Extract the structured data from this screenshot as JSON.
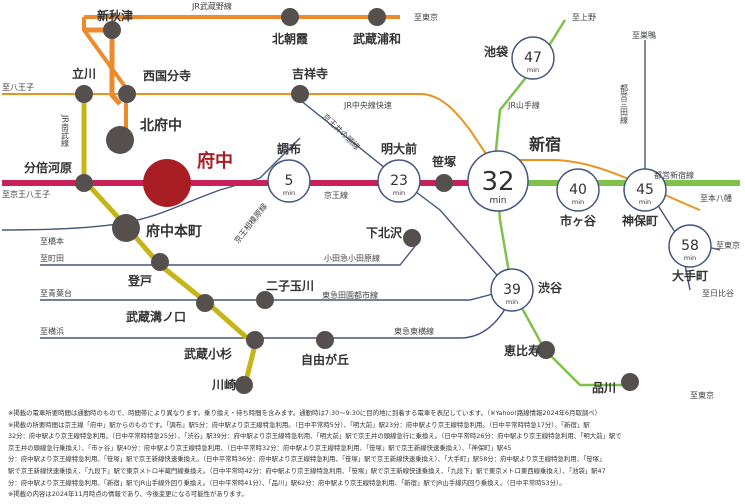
{
  "colors": {
    "keio": "#c8205a",
    "chuo": "#e9941f",
    "yamanote": "#7fc14a",
    "nambu": "#c7b417",
    "gray": "#44567e",
    "fuchu": "#a91d24",
    "station": "#55504e"
  },
  "stations": {
    "shinakitsu": "新秋津",
    "kitaasaka": "北朝霞",
    "musashiurawa": "武蔵浦和",
    "nishikokubunji": "西国分寺",
    "tachikawa": "立川",
    "kichijoji": "吉祥寺",
    "kitafuchu": "北府中",
    "bubaigawara": "分倍河原",
    "fuchu": "府中",
    "chofu": "調布",
    "meidaimae": "明大前",
    "sasazuka": "笹塚",
    "shinjuku": "新宿",
    "ikebukuro": "池袋",
    "ichigaya": "市ヶ谷",
    "jimbocho": "神保町",
    "otemachi": "大手町",
    "fuchuhommachi": "府中本町",
    "shimokitazawa": "下北沢",
    "shibuya": "渋谷",
    "noborito": "登戸",
    "futakotamagawa": "二子玉川",
    "musashimizonokuchi": "武蔵溝ノ口",
    "musashikosugi": "武蔵小杉",
    "jiyugaoka": "自由が丘",
    "kawasaki": "川崎",
    "ebisu": "恵比寿",
    "shinagawa": "品川"
  },
  "times": {
    "chofu": "5",
    "meidaimae": "23",
    "shinjuku": "32",
    "ikebukuro": "47",
    "ichigaya": "40",
    "jimbocho": "45",
    "otemachi": "58",
    "shibuya": "39",
    "unit": "min"
  },
  "lines": {
    "musashino": "JR武蔵野線",
    "nambu": "JR南武線",
    "chuo": "JR中央線快速",
    "yamanote": "JR山手線",
    "inokashira": "京王井の頭線",
    "keio": "京王線",
    "sagamihara": "京王相模原線",
    "odakyu": "小田急小田原線",
    "toyoko": "東急東横線",
    "denentoshi": "東急田園都市線",
    "mita": "都営三田線",
    "shinjuku": "都営新宿線"
  },
  "destinations": {
    "tokyo_top": "至東京",
    "hachioji_chuo": "至八王子",
    "keio_hachioji": "至京王八王子",
    "hashimoto": "至橋本",
    "machida": "至町田",
    "aobadai": "至青葉台",
    "yokohama": "至横浜",
    "ueno": "至上野",
    "sugamo": "至巣鴨",
    "motoyawata": "至本八幡",
    "tokyo_right": "至東京",
    "hibiya": "至日比谷",
    "tokyo_bottom": "至東京"
  },
  "notes": [
    "※掲載の電車所要時間は通勤時のもので、時間帯により異なります。乗り換え・待ち時間を含みます。通勤時は7:30～9:30に目的地に到着する電車を表記しています。（※Yahoo!路線情報2024年6月取調べ）",
    "※掲載の所要時間は京王線「府中」駅からのものです。「調布」駅5分：府中駅より京王線特急利用。（日中平常時5分）、「明大前」駅23分：府中駅より京王線特急利用。（日中平常時特急17分）、「新宿」駅",
    "32分：府中駅より京王線特急利用。（日中平常時特急25分）、「渋谷」駅39分：府中駅より京王線特急利用、「明大前」駅で京王井の頭線急行に乗換え。（日中平常時26分：府中駅より京王線特急利用、「明大前」駅で",
    "京王井の頭線急行乗換え）、「市ヶ谷」駅40分：府中駅より京王線特急利用、（日中平常時32分：府中駅より京王線特急利用、「笹塚」駅で京王新線快速乗換え）、「神保町」駅45",
    "分：府中駅より京王線特急利用、「笹塚」駅で京王新線快速乗換え。（日中平常時36分：府中駅より京王線特急利用、「笹塚」駅で京王新線快速乗換え）、「大手町」駅58分：府中駅より京王線特急利用、「笹塚」",
    "駅で京王新線快速乗換え、「九段下」駅で東京メトロ半蔵門線乗換え。（日中平常時42分：府中駅より京王線特急利用、「笹塚」駅で京王新線快速乗換え、「九段下」駅で東京メトロ東西線乗換え）、「池袋」駅47",
    "分：府中駅より京王線特急利用、「新宿」駅でJR山手線外回り乗換え。（日中平常時41分）、「品川」駅62分：府中駅より京王線特急利用、「新宿」駅でJR山手線内回り乗換え。（日中平常時53分）。",
    "※掲載の内容は2024年11月時点の情報であり、今後変更になる可能性があります。"
  ]
}
